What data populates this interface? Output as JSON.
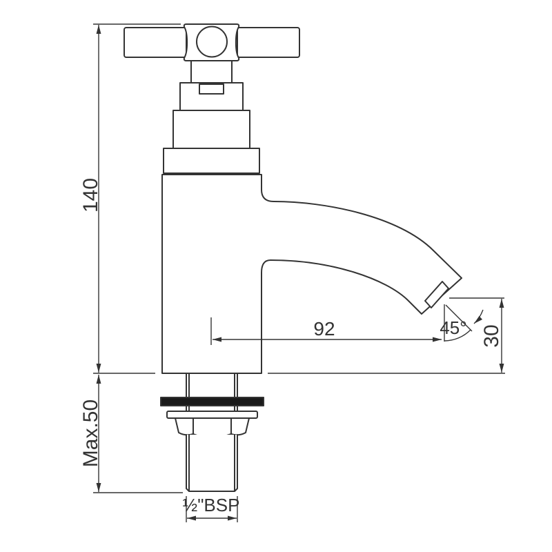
{
  "drawing": {
    "type": "technical-dimension-drawing",
    "subject": "pillar-tap-side-elevation",
    "dimensions": {
      "overall_height": "140",
      "max_deck_thickness": "Max.50",
      "spout_reach": "92",
      "spout_angle": "45°",
      "outlet_height": "30",
      "thread_size": "½\"BSP"
    },
    "colors": {
      "line": "#333333",
      "washer": "#1a1a1a",
      "background": "#ffffff"
    }
  }
}
